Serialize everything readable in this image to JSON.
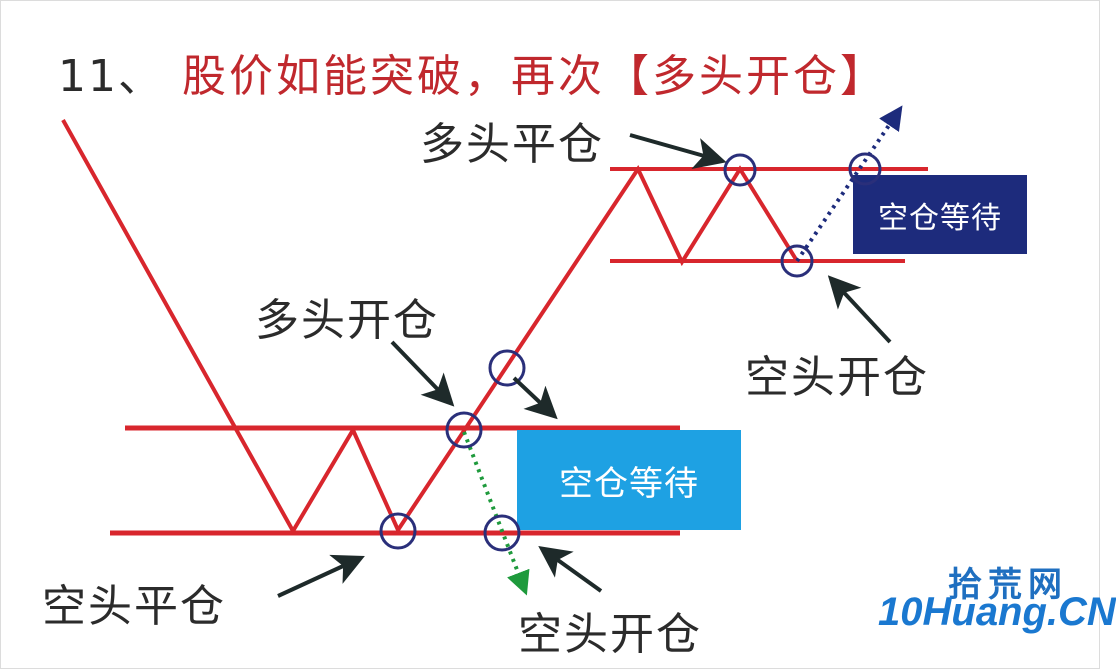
{
  "title": {
    "number": "11、",
    "text": "股价如能突破，再次【多头开仓】"
  },
  "labels": {
    "top_long_close": "多头平仓",
    "mid_long_open": "多头开仓",
    "top_short_open": "空头开仓",
    "bottom_short_close": "空头平仓",
    "bottom_short_open": "空头开仓"
  },
  "boxes": {
    "top_wait": "空仓等待",
    "bottom_wait": "空仓等待"
  },
  "watermark": {
    "cn": "拾荒网",
    "en": "10Huang.CN"
  },
  "colors": {
    "price_line": "#d8262d",
    "circle": "#2a2f7a",
    "arrow": "#1e2a2a",
    "top_box": "#1d2b7c",
    "bottom_box": "#1ea1e3",
    "up_dotted": "#1d2b7c",
    "down_dotted": "#1e9a3c"
  }
}
